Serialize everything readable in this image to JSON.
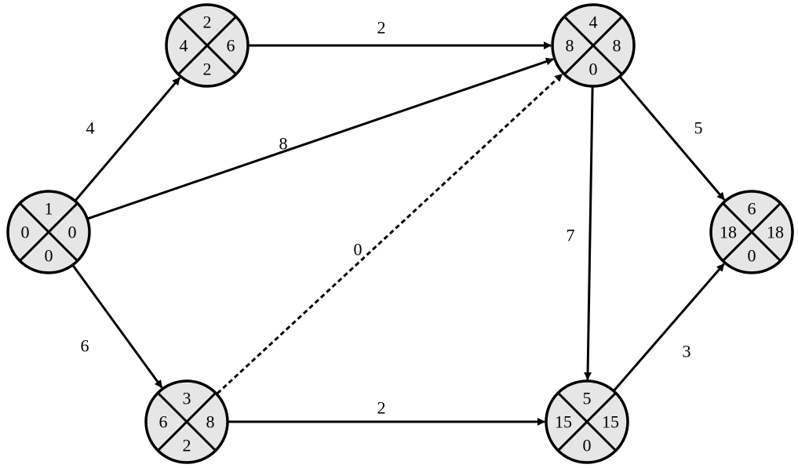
{
  "nodes": [
    {
      "id": "n1",
      "top": "1",
      "left": "0",
      "right": "0",
      "bottom": "0"
    },
    {
      "id": "n2",
      "top": "2",
      "left": "4",
      "right": "6",
      "bottom": "2"
    },
    {
      "id": "n3",
      "top": "3",
      "left": "6",
      "right": "8",
      "bottom": "2"
    },
    {
      "id": "n4",
      "top": "4",
      "left": "8",
      "right": "8",
      "bottom": "0"
    },
    {
      "id": "n5",
      "top": "5",
      "left": "15",
      "right": "15",
      "bottom": "0"
    },
    {
      "id": "n6",
      "top": "6",
      "left": "18",
      "right": "18",
      "bottom": "0"
    }
  ],
  "edges": [
    {
      "from": "n1",
      "to": "n2",
      "label": "4",
      "dashed": false
    },
    {
      "from": "n1",
      "to": "n4",
      "label": "8",
      "dashed": false
    },
    {
      "from": "n1",
      "to": "n3",
      "label": "6",
      "dashed": false
    },
    {
      "from": "n2",
      "to": "n4",
      "label": "2",
      "dashed": false
    },
    {
      "from": "n3",
      "to": "n4",
      "label": "0",
      "dashed": true
    },
    {
      "from": "n3",
      "to": "n5",
      "label": "2",
      "dashed": false
    },
    {
      "from": "n4",
      "to": "n5",
      "label": "7",
      "dashed": false
    },
    {
      "from": "n4",
      "to": "n6",
      "label": "5",
      "dashed": false
    },
    {
      "from": "n5",
      "to": "n6",
      "label": "3",
      "dashed": false
    }
  ]
}
